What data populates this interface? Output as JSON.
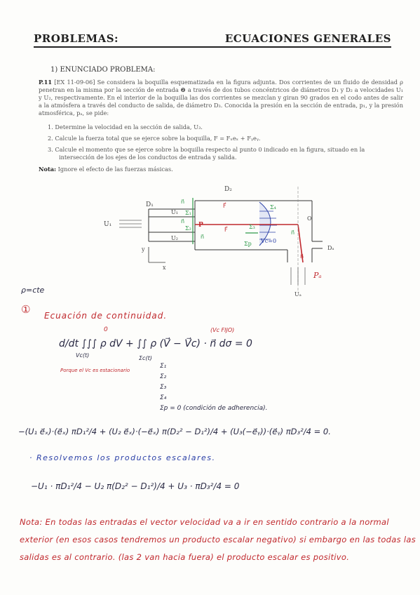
{
  "header": {
    "left": "PROBLEMAS:",
    "right": "ECUACIONES GENERALES"
  },
  "section_title": "1)   ENUNCIADO PROBLEMA:",
  "problem": {
    "code": "P.11",
    "text": "[EX 11-09-06] Se considera la boquilla esquematizada en la figura adjunta. Dos corrientes de un fluido de densidad ρ penetran en la misma por la sección de entrada ❷ a través de dos tubos concéntricos de diámetros D₁ y D₂ a velocidades U₁ y U₂, respectivamente. En el interior de la boquilla las dos corrientes se mezclan y giran 90 grados en el codo antes de salir a la atmósfera a través del conducto de salida, de diámetro D₃. Conocida la presión en la sección de entrada, p₁, y la presión atmosférica, pₐ, se pide:"
  },
  "items": [
    "1.  Determine la velocidad en la sección de salida, U₃.",
    "2.  Calcule la fuerza total que se ejerce sobre la boquilla, F = Fₓeₓ + Fᵧeᵧ.",
    "3.  Calcule el momento que se ejerce sobre la boquilla respecto al punto 0 indicado en la figura, situado en la intersección de los ejes de los conductos de entrada y salida."
  ],
  "nota_ignore": {
    "label": "Nota:",
    "text": "Ignore el efecto de las fuerzas másicas."
  },
  "diagram": {
    "labels": {
      "D2": "D₂",
      "D1": "D₁",
      "U1_top": "U₁",
      "U1_left": "U₁",
      "U2": "U₂",
      "y": "y",
      "x": "x",
      "p1": "p₁",
      "O": "O",
      "Da": "Dₐ",
      "Ua": "Uₐ",
      "n_top": "n⃗",
      "n_mid": "n⃗",
      "n_low": "n⃗",
      "e1": "Σ₁",
      "e2": "Σ₂",
      "sigma_top": "Σ₄",
      "sigma_p": "Σp",
      "sigma_r": "Σ₃",
      "vc0": "Vc=0",
      "f_top": "F⃗",
      "f_mid": "F⃗",
      "red_pa": "Pₐ",
      "red_n": "n⃗",
      "Pe": "P",
      "n_c": "n⃗"
    }
  },
  "handwritten": {
    "p_cte": "ρ=cte",
    "circle_num": "①",
    "ecuacion": "Ecuación de continuidad.",
    "annot_zero": "0",
    "annot_vc": "(Vc FIJO)",
    "equation_main": "d/dt ∫∫∫ ρ dV + ∫∫ ρ (V⃗ − V⃗c) · n⃗ dσ = 0",
    "eq_vc": "Vc(t)",
    "eq_sc": "Σc(t)",
    "porque": "Porque el Vc es estacionario",
    "sigma_list": [
      "Σ₁",
      "Σ₂",
      "Σ₃",
      "Σ₄",
      "Σp = 0 (condición de adherencia)."
    ],
    "expanded_eq": "−(U₁ e⃗ₓ)·(e⃗ₓ) πD₁²/4 + (U₂ e⃗ₓ)·(−e⃗ₓ) π(D₂² − D₁²)/4 + (U₃(−e⃗ᵧ))·(e⃗ᵧ) πD₃²/4 = 0.",
    "resolvemos": "· Resolvemos los productos escalares.",
    "scalar_eq": "−U₁ · πD₁²/4 − U₂ π(D₂² − D₁²)/4 + U₃ · πD₃²/4 = 0",
    "nota_red": "Nota: En todas las entradas el vector velocidad va a ir en sentido contrario a la normal exterior (en esos casos tendremos un producto escalar negativo) si embargo en las todas las salidas es al contrario. (las 2 van hacia fuera) el producto escalar es positivo."
  }
}
